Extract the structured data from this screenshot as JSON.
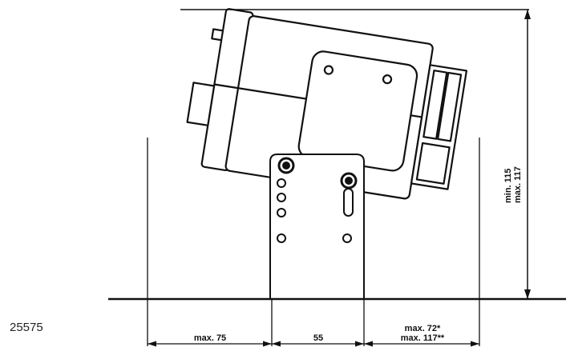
{
  "figure_number": "25575",
  "dimensions": {
    "left": "max. 75",
    "middle": "55",
    "right_line1": "max. 72*",
    "right_line2": "max. 117**",
    "height_line1": "min. 115",
    "height_line2": "max. 117"
  },
  "colors": {
    "line": "#111111",
    "background": "#ffffff"
  }
}
